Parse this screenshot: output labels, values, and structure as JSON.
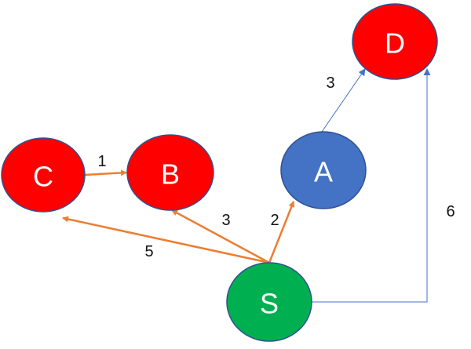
{
  "colors": {
    "red": "#fe0000",
    "blue": "#4472c4",
    "green": "#00b050",
    "orange": "#ed7d31",
    "stroke": "#2f528f"
  },
  "nodes": {
    "C": "C",
    "B": "B",
    "A": "A",
    "D": "D",
    "S": "S"
  },
  "edges": {
    "c_b": "1",
    "s_b": "3",
    "s_c": "5",
    "s_a": "2",
    "a_d": "3",
    "s_d": "6"
  }
}
